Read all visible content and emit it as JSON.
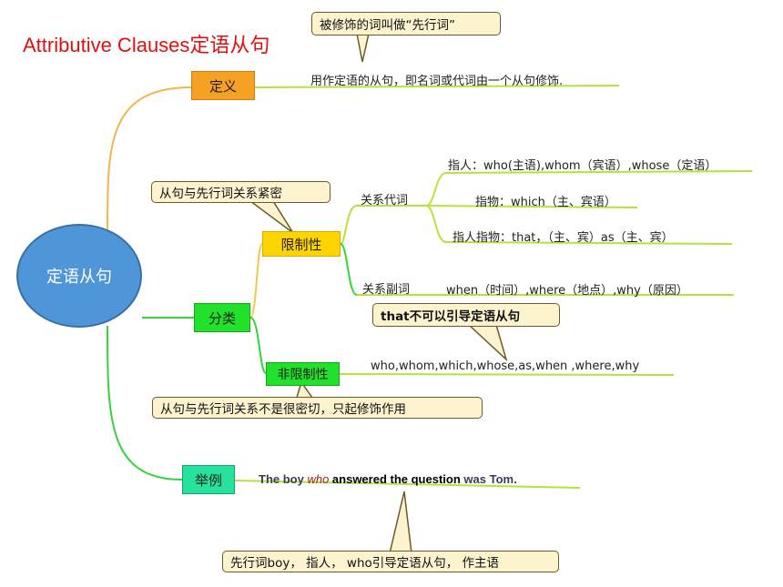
{
  "title": "Attributive  Clauses定语从句",
  "hub": "定语从句",
  "nodes": {
    "definition": "定义",
    "classification": "分类",
    "restrictive": "限制性",
    "nonrestrictive": "非限制性",
    "example": "举例"
  },
  "callouts": {
    "antecedent": "被修饰的词叫做“先行词”",
    "restrictive_note": "从句与先行词关系紧密",
    "that_note": "that不可以引导定语从句",
    "nonrestrictive_note": "从句与先行词关系不是很密切，只起修饰作用",
    "example_note": "先行词boy，  指人，  who引导定语从句，  作主语"
  },
  "branches": {
    "definition_text": "用作定语的从句，即名词或代词由一个从句修饰.",
    "relative_pronoun": "关系代词",
    "relative_adverb": "关系副词",
    "pronoun_person": "指人：who(主语),whom（宾语）,whose（定语）",
    "pronoun_thing": "指物：which（主、宾语）",
    "pronoun_both": "指人指物：that，（主、宾）as（主、宾）",
    "adverb_text": "when（时间）,where（地点）,why（原因）",
    "nonrestrictive_text": "who,whom,which,whose,as,when ,where,why"
  },
  "example_sentence": {
    "part1": "The boy ",
    "part2": "who",
    "part3": " answered the question",
    "part4": " was Tom."
  },
  "colors": {
    "title": "#e01010",
    "hub": "#4f96d8",
    "definition": "#f4a124",
    "restrictive": "#ffd400",
    "classification": "#22e12b",
    "example": "#27e29c",
    "callout_bg": "#fdf3cf",
    "line_orange": "#f3b54a",
    "line_green": "#35d43c",
    "line_yellow_green": "#b5e33a"
  }
}
